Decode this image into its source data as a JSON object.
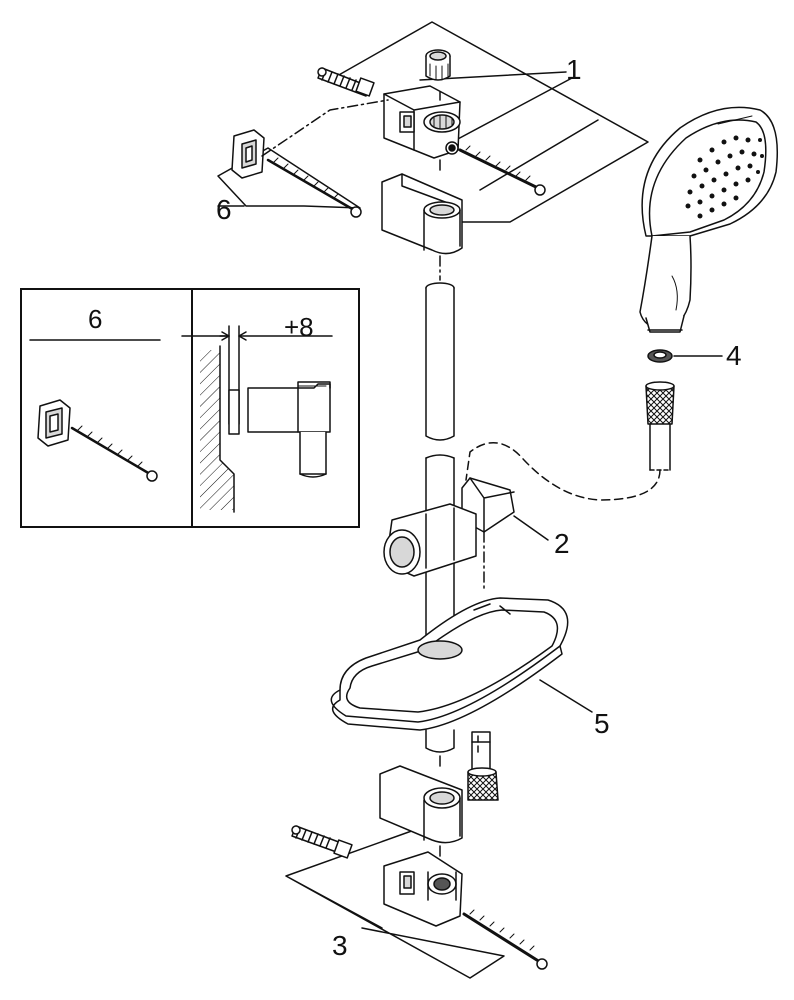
{
  "callouts": {
    "c1": "1",
    "c2": "2",
    "c3": "3",
    "c4": "4",
    "c5": "5",
    "c6": "6"
  },
  "inset": {
    "left_label": "6",
    "dimension": "+8"
  },
  "colors": {
    "line": "#111111",
    "part_fill": "#ffffff",
    "shade": "#d8d8d8",
    "dark": "#555555"
  }
}
